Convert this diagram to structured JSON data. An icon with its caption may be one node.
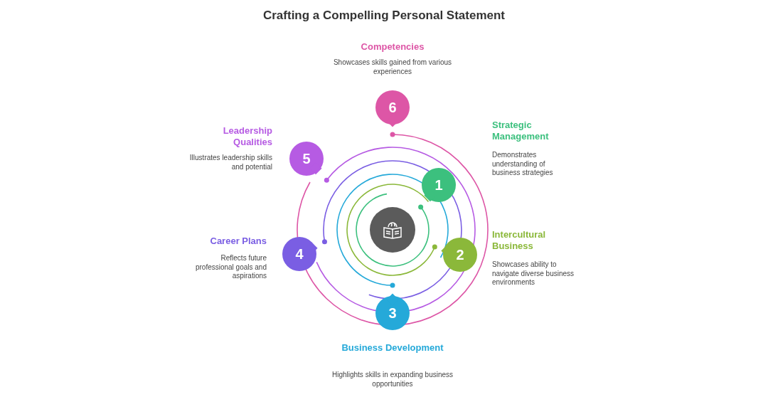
{
  "diagram": {
    "title": "Crafting a Compelling Personal Statement",
    "nodes": [
      {
        "text": [],
        "shape": "circle"
      },
      {
        "text": [
          "1"
        ],
        "beside": [
          "Strategic Management",
          "Demonstrates understanding of business strategies"
        ]
      },
      {
        "text": [
          "2"
        ],
        "beside": [
          "Intercultural Business",
          "Showcases ability to navigate diverse business environments"
        ]
      },
      {
        "text": [
          "3"
        ],
        "beside": [
          "Business Development",
          "Highlights skills in expanding business opportunities"
        ]
      },
      {
        "text": [
          "4"
        ],
        "beside": [
          "Career Plans",
          "Reflects future professional goals and aspirations"
        ]
      },
      {
        "text": [
          "5"
        ],
        "beside": [
          "Leadership Qualities",
          "Illustrates leadership skills and potential"
        ]
      },
      {
        "text": [
          "6"
        ],
        "beside": [
          "Competencies",
          "Showcases skills gained from various experiences"
        ]
      }
    ]
  }
}
